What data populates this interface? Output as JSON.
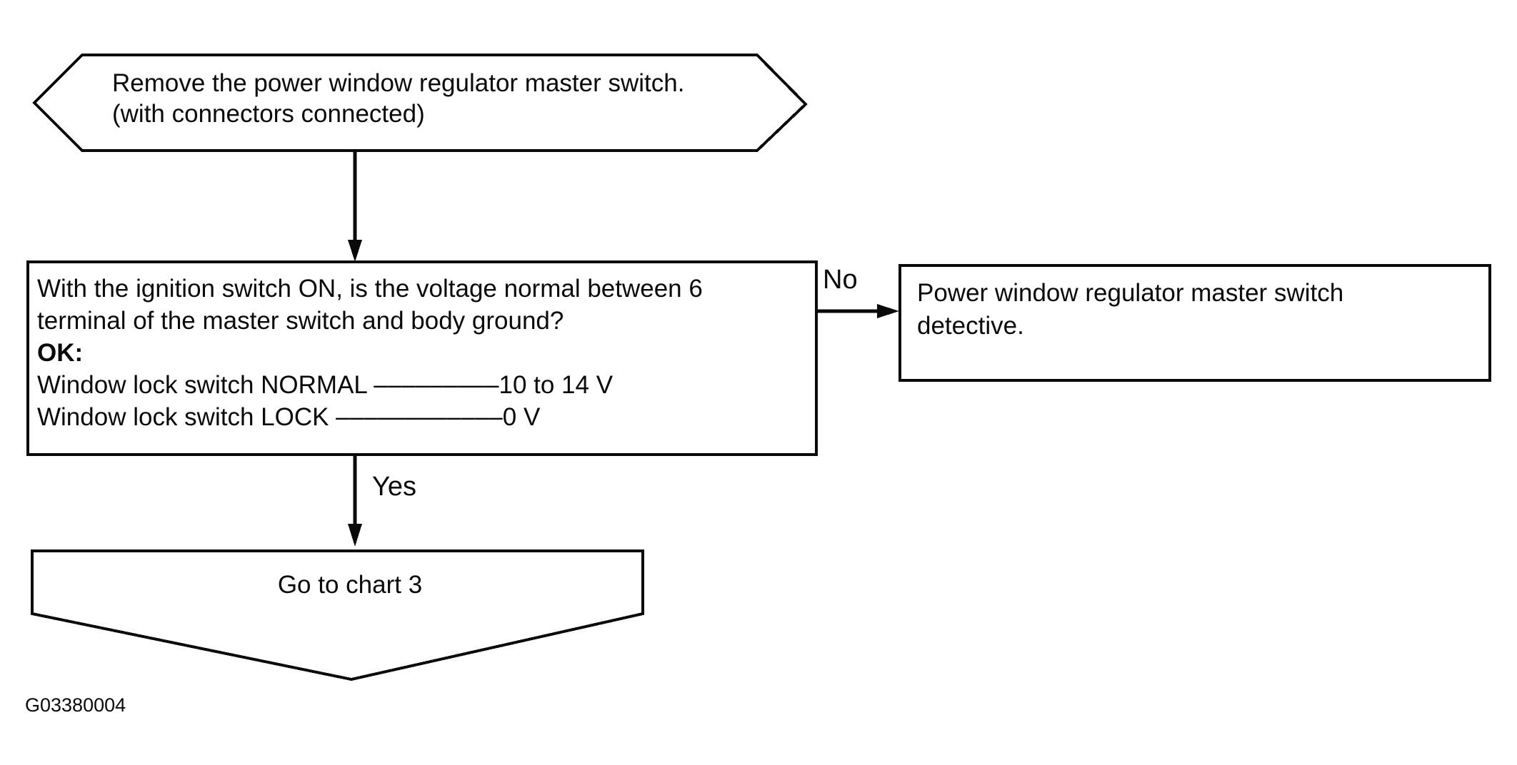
{
  "page": {
    "paper_color": "#ffffff",
    "ink_color": "#0a0a0a"
  },
  "flowchart": {
    "start_shape": {
      "line1": "Remove the power window regulator master switch.",
      "line2": "(with connectors connected)"
    },
    "question_box": {
      "line1": "With the ignition switch ON, is the voltage normal between 6",
      "line2": "terminal of the master switch and body ground?",
      "ok_label": "OK:",
      "spec_normal": "Window lock switch NORMAL –––––––––10 to 14 V",
      "spec_lock": "Window lock switch LOCK ––––––––––––0 V"
    },
    "no_label": "No",
    "yes_label": "Yes",
    "no_result_box": {
      "line1": "Power window regulator master switch",
      "line2": "detective."
    },
    "goto_shape": {
      "label": "Go to chart 3"
    },
    "figure_id": "G03380004"
  }
}
